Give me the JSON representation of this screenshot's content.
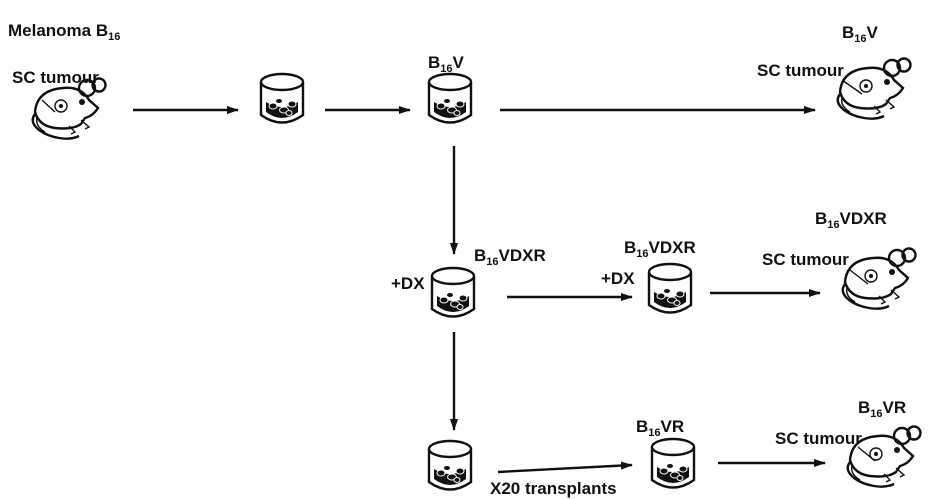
{
  "title": {
    "main": "Melanoma B",
    "sub": "16"
  },
  "labels": {
    "sc_tumour_source": "SC tumour",
    "b16v_dish": {
      "main": "B",
      "sub": "16",
      "suffix": "V"
    },
    "b16v_mouse": {
      "main": "B",
      "sub": "16",
      "suffix": "V"
    },
    "sc_tumour_b16v": "SC tumour",
    "dx_1": "+DX",
    "b16vdxr_dish_1": {
      "main": "B",
      "sub": "16",
      "suffix": "VDXR"
    },
    "dx_2": "+DX",
    "b16vdxr_dish_2": {
      "main": "B",
      "sub": "16",
      "suffix": "VDXR"
    },
    "b16vdxr_mouse": {
      "main": "B",
      "sub": "16",
      "suffix": "VDXR"
    },
    "sc_tumour_b16vdxr": "SC tumour",
    "transplants": "X20 transplants",
    "b16vr_dish": {
      "main": "B",
      "sub": "16",
      "suffix": "VR"
    },
    "b16vr_mouse": {
      "main": "B",
      "sub": "16",
      "suffix": "VR"
    },
    "sc_tumour_b16vr": "SC tumour"
  },
  "colors": {
    "ink": "#111111",
    "background": "#ffffff"
  }
}
